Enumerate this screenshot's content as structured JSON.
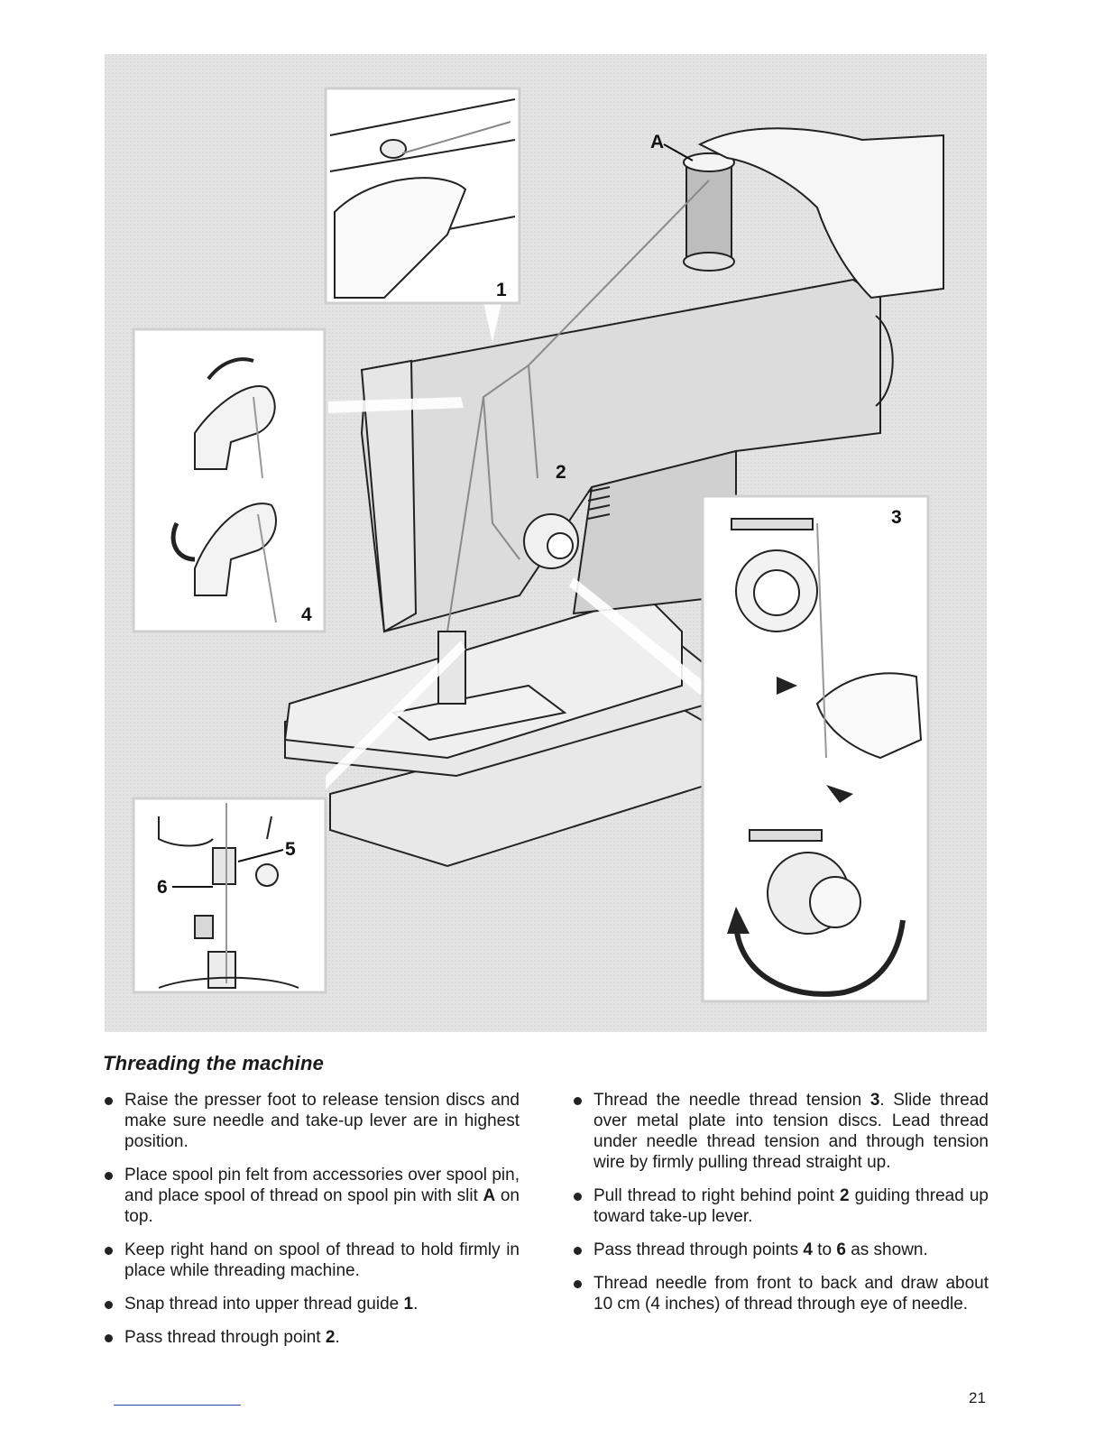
{
  "figure": {
    "callouts": {
      "a": "A",
      "one": "1",
      "two": "2",
      "three": "3",
      "four": "4",
      "five": "5",
      "six": "6"
    }
  },
  "heading": "Threading the machine",
  "left_column": [
    {
      "text": "Raise the presser foot to release tension discs and make sure needle and take-up lever are in highest position."
    },
    {
      "before": "Place spool pin felt from accessories over spool pin, and place spool of thread on spool pin with slit ",
      "bold": "A",
      "after": " on top."
    },
    {
      "text": "Keep right hand on spool of thread to hold firmly in place while threading machine."
    },
    {
      "before": "Snap thread into upper thread guide ",
      "bold": "1",
      "after": "."
    },
    {
      "before": "Pass thread through point ",
      "bold": "2",
      "after": "."
    }
  ],
  "right_column": [
    {
      "before": "Thread the needle thread tension ",
      "bold": "3",
      "after": ". Slide thread over metal plate into tension discs. Lead thread under needle thread tension and through tension wire by firmly pulling thread straight up."
    },
    {
      "before": "Pull thread to right behind point ",
      "bold": "2",
      "after": " guiding thread up toward take-up lever."
    },
    {
      "before": "Pass thread through points ",
      "bold": "4",
      "middle": " to ",
      "bold2": "6",
      "after": " as shown."
    },
    {
      "text": "Thread needle from front to back and draw about 10 cm (4 inches) of thread through eye of needle."
    }
  ],
  "page_number": "21"
}
